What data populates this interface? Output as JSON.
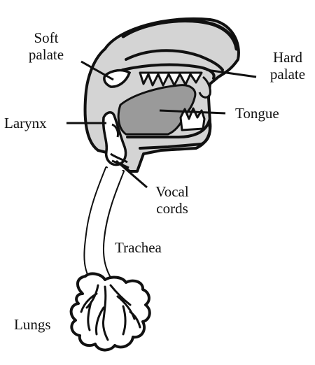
{
  "labels": {
    "soft_palate": "Soft\npalate",
    "hard_palate": "Hard\npalate",
    "larynx": "Larynx",
    "tongue": "Tongue",
    "vocal_cords": "Vocal\ncords",
    "trachea": "Trachea",
    "lungs": "Lungs"
  },
  "colors": {
    "outline": "#111111",
    "tissue": "#d4d4d4",
    "tongue": "#9a9a9a",
    "background": "#ffffff"
  }
}
